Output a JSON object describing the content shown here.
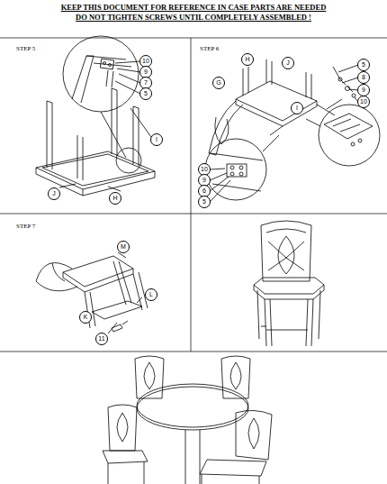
{
  "diagram": {
    "labels": [
      "KEEP THIS DOCUMENT FOR REFERENCE IN CASE PARTS ARE NEEDED",
      "DO NOT TIGHTEN SCREWS UNTIL COMPLETELY ASSEMBLED !",
      "STEP 5",
      "10",
      "9",
      "7",
      "5",
      "I",
      "J",
      "H",
      "STEP 6",
      "H",
      "J",
      "G",
      "I",
      "5",
      "8",
      "9",
      "10",
      "10",
      "9",
      "6",
      "5",
      "STEP 7",
      "M",
      "L",
      "K",
      "11"
    ]
  }
}
